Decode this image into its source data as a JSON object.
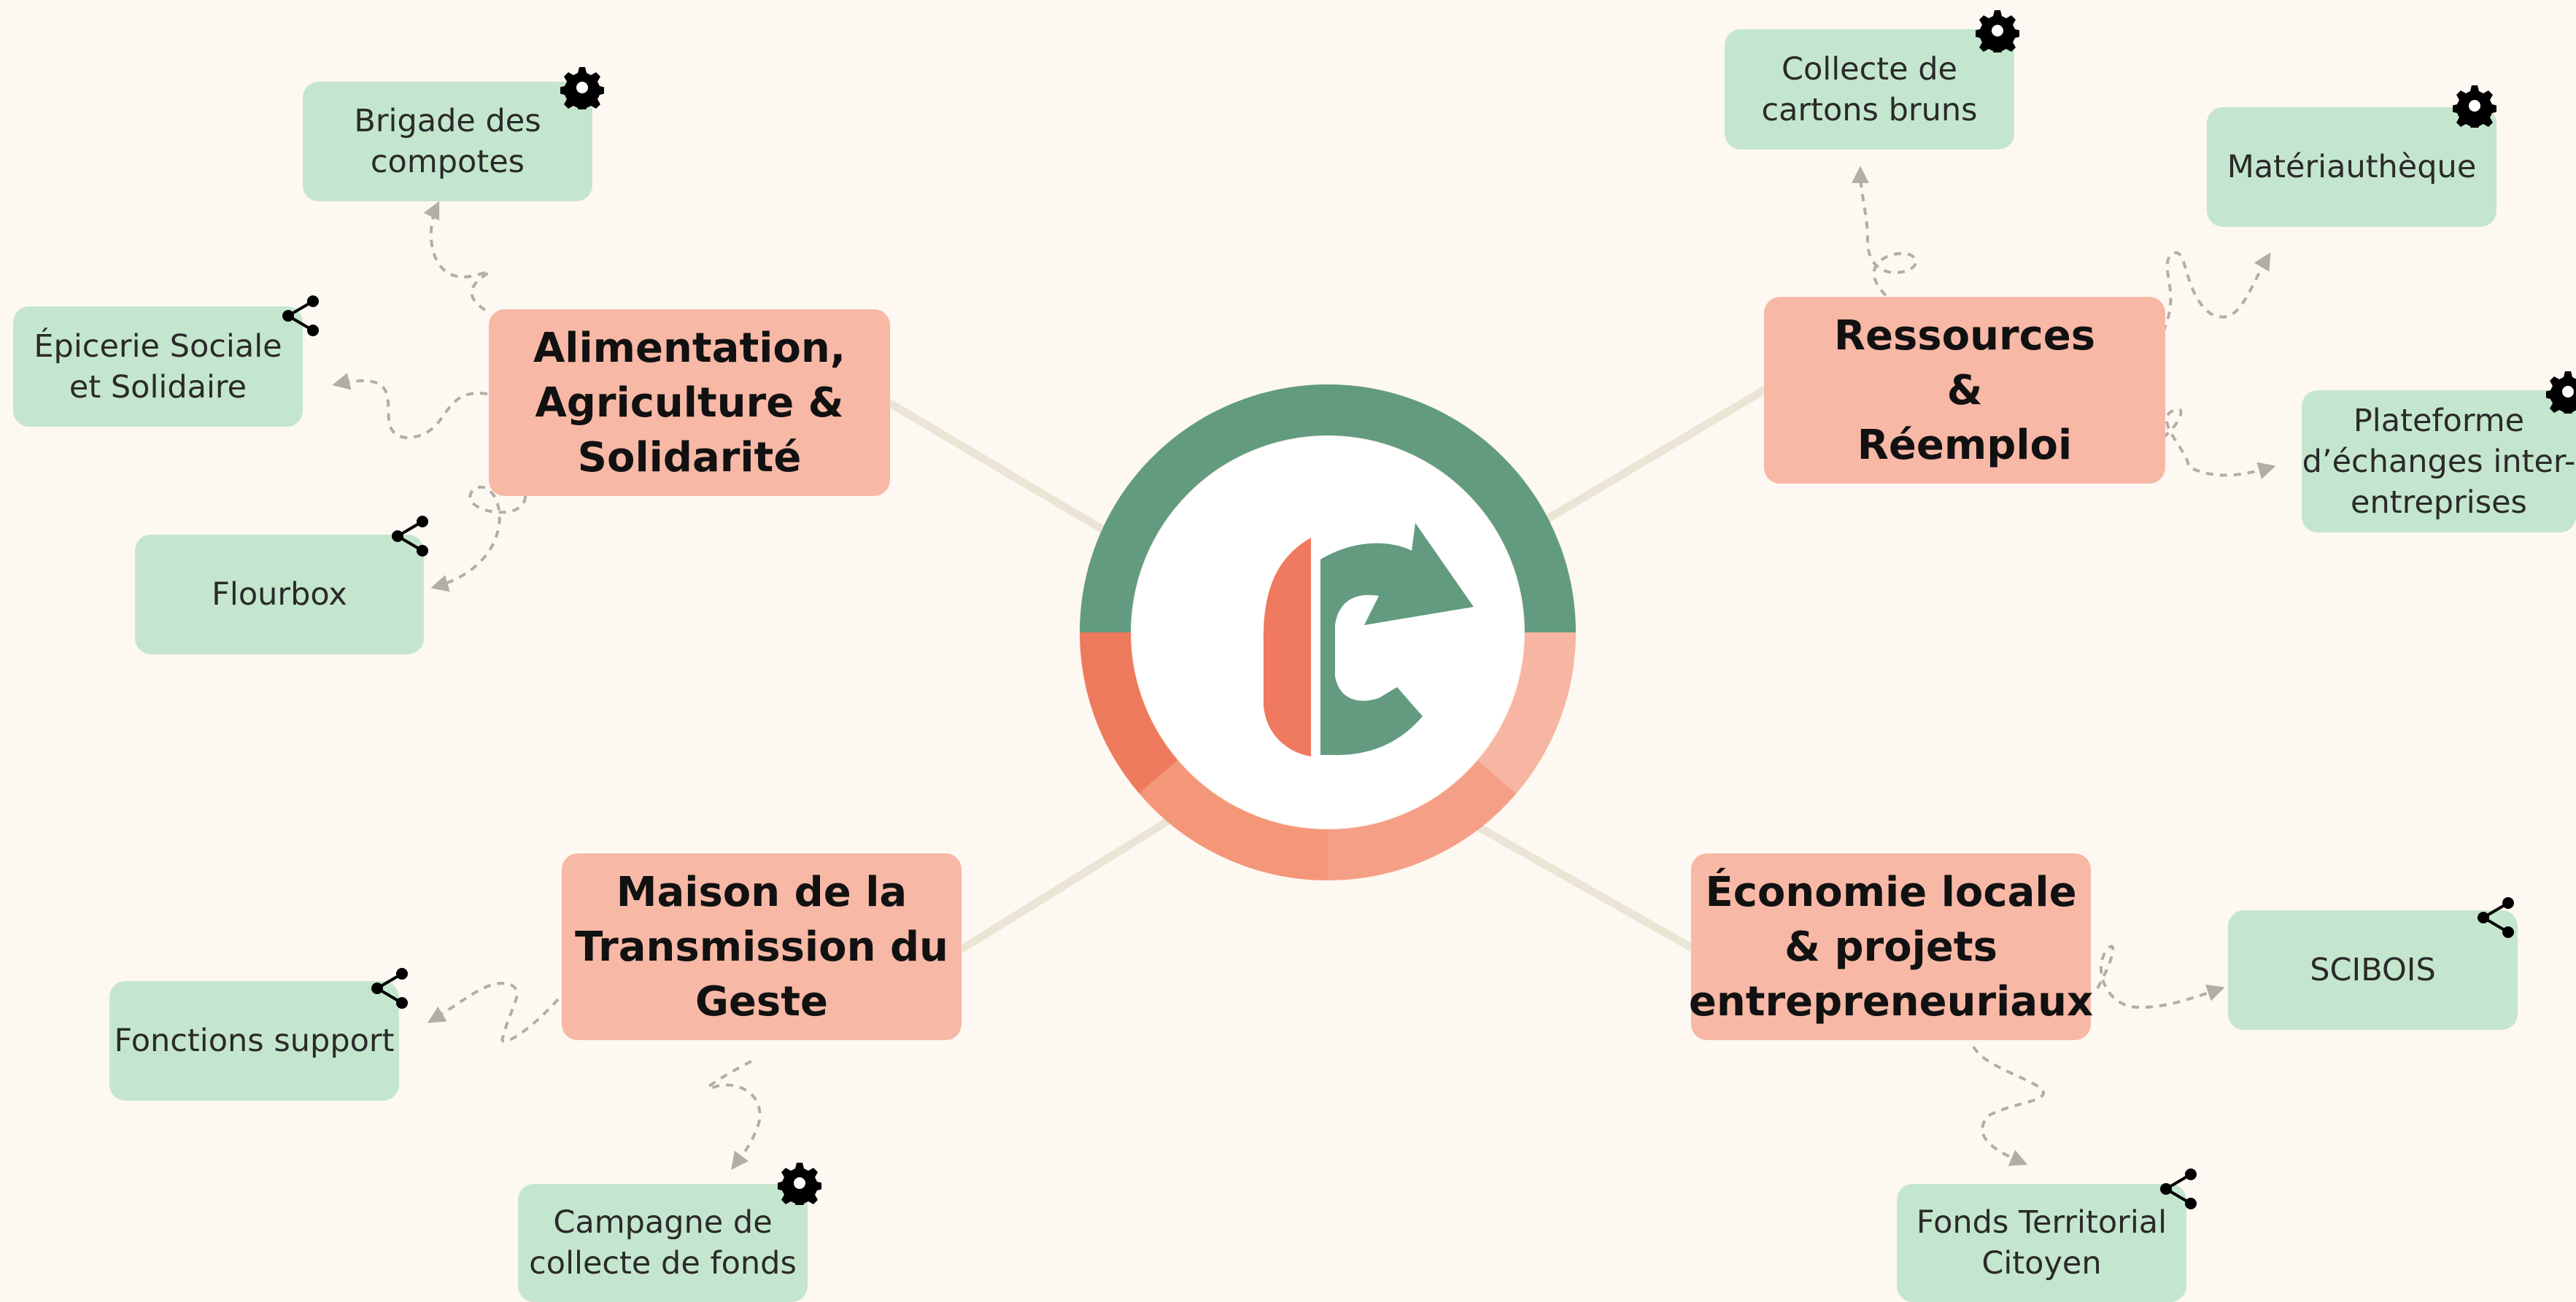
{
  "diagram": {
    "hub": {
      "logo": "recycling-c-logo",
      "ring_colors": [
        "#639b80",
        "#ee7a5e",
        "#f49779",
        "#f59f86",
        "#f7b5a3"
      ]
    },
    "themes": [
      {
        "id": "alimentation",
        "label": "Alimentation,\nAgriculture &\nSolidarité",
        "projects": [
          {
            "label": "Brigade des\ncompotes",
            "icon": "gear-icon"
          },
          {
            "label": "Épicerie Sociale\net Solidaire",
            "icon": "share-icon"
          },
          {
            "label": "Flourbox",
            "icon": "share-icon"
          }
        ]
      },
      {
        "id": "ressources",
        "label": "Ressources\n&\nRéemploi",
        "projects": [
          {
            "label": "Collecte de\ncartons bruns",
            "icon": "gear-icon"
          },
          {
            "label": "Matériauthèque",
            "icon": "gear-icon"
          },
          {
            "label": "Plateforme\nd’échanges inter-\nentreprises",
            "icon": "gear-icon"
          }
        ]
      },
      {
        "id": "maison",
        "label": "Maison de la\nTransmission du\nGeste",
        "projects": [
          {
            "label": "Fonctions support",
            "icon": "share-icon"
          },
          {
            "label": "Campagne de\ncollecte de fonds",
            "icon": "gear-icon"
          }
        ]
      },
      {
        "id": "economie",
        "label": "Économie locale\n& projets\nentrepreneuriaux",
        "projects": [
          {
            "label": "SCIBOIS",
            "icon": "share-icon"
          },
          {
            "label": "Fonds Territorial\nCitoyen",
            "icon": "share-icon"
          }
        ]
      }
    ],
    "colors": {
      "background": "#fdf8f1",
      "theme_box": "#f8b8a6",
      "project_box": "#c5e6ce",
      "connector": "#ebe5d6",
      "arrow": "#b3aea4",
      "ring_green": "#639b80",
      "logo_coral": "#ef7a5f"
    }
  }
}
